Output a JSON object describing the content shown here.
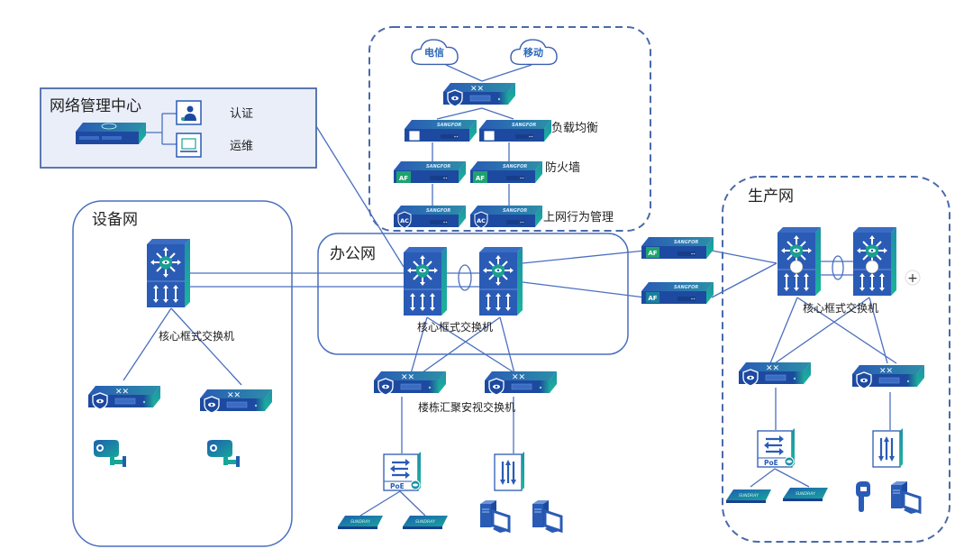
{
  "zones": {
    "nms": {
      "title": "网络管理中心",
      "items": [
        {
          "label": "认证",
          "icon": "user-auth-icon"
        },
        {
          "label": "运维",
          "icon": "ops-monitor-icon"
        }
      ]
    },
    "internet": {
      "clouds": [
        {
          "label": "电信"
        },
        {
          "label": "移动"
        }
      ],
      "rows": [
        {
          "label": "负载均衡",
          "device": "load-balancer"
        },
        {
          "label": "防火墙",
          "device": "firewall-af"
        },
        {
          "label": "上网行为管理",
          "device": "behavior-mgmt-ac"
        }
      ],
      "badges": {
        "af": "AF",
        "ac": "AC"
      }
    },
    "device_net": {
      "title": "设备网",
      "core_label": "核心框式交换机"
    },
    "office_net": {
      "title": "办公网",
      "core_label": "核心框式交换机",
      "agg_label": "楼栋汇聚安视交换机",
      "poe_label": "PoE"
    },
    "production_net": {
      "title": "生产网",
      "core_label": "核心框式交换机",
      "poe_label": "PoE"
    },
    "bridge": {
      "badge": "AF"
    }
  },
  "controls": {
    "add_symbol": "+"
  },
  "colors": {
    "device_blue": "#1f4fa8",
    "device_teal": "#1ea39a",
    "line": "#4a6fbf",
    "zone_border": "#4a6aa8",
    "nms_fill": "#e8edf8"
  }
}
